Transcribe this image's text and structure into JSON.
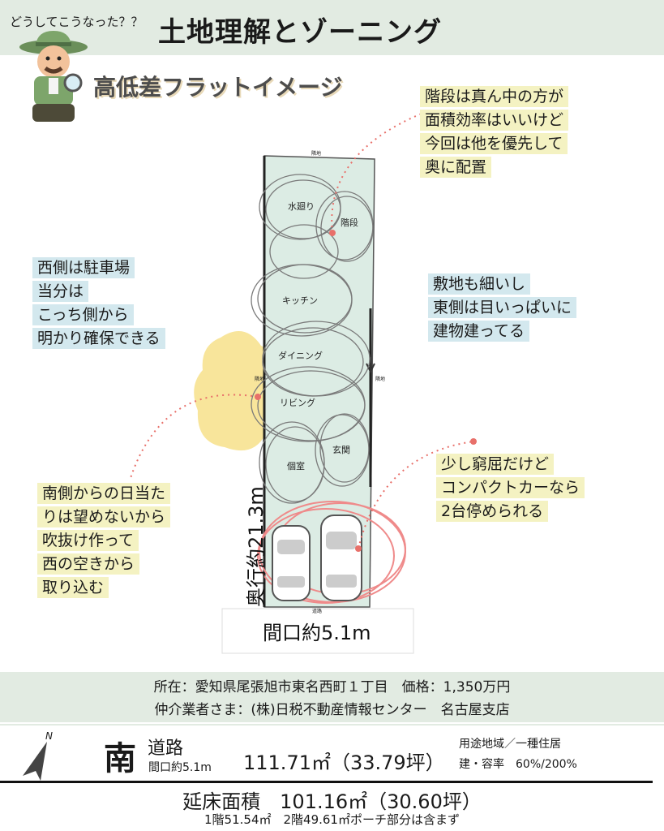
{
  "header": {
    "kicker": "どうしてこうなった？？",
    "title": "土地理解とゾーニング",
    "subtitle": "高低差フラットイメージ"
  },
  "notes": {
    "stairs": [
      "階段は真ん中の方が",
      "面積効率はいいけど",
      "今回は他を優先して",
      "奥に配置"
    ],
    "west": [
      "西側は駐車場",
      "当分は",
      "こっち側から",
      "明かり確保できる"
    ],
    "east": [
      "敷地も細いし",
      "東側は目いっぱいに",
      "建物建ってる"
    ],
    "south": [
      "南側からの日当た",
      "りは望めないから",
      "吹抜け作って",
      "西の空きから",
      "取り込む"
    ],
    "parking": [
      "少し窮屈だけど",
      "コンパクトカーなら",
      "2台停められる"
    ]
  },
  "plan": {
    "rooms": {
      "water": "水廻り",
      "stairs": "階段",
      "kitchen": "キッチン",
      "dining": "ダイニング",
      "living": "リビング",
      "entrance": "玄関",
      "private": "個室"
    },
    "edge_top": "隣地",
    "edge_west": "隣地",
    "edge_east": "隣地",
    "edge_bottom": "道路",
    "depth": "奥行約21.3m",
    "width": "間口約5.1m"
  },
  "property": {
    "location": "所在：愛知県尾張旭市東名西町１丁目　価格：1,350万円",
    "agent": "仲介業者さま：(株)日税不動産情報センター　名古屋支店",
    "compass": "N",
    "south": "南",
    "road": "道路",
    "frontage": "間口約5.1m",
    "land_area": "111.71㎡（33.79坪）",
    "zoning": "用途地域／一種住居",
    "coverage": "建・容率　60%/200%",
    "floor_area": "延床面積　101.16㎡（30.60坪）",
    "floor_detail": "1階51.54㎡　2階49.61㎡ポーチ部分は含まず"
  },
  "colors": {
    "band": "#e2ebe2",
    "plan_fill": "#dcece4",
    "yellow_note": "#f4f2c2",
    "blue_note": "#d3e8ee",
    "sun": "#f7e08a",
    "pink": "#ef8a8a",
    "dotted": "#e8706a"
  }
}
